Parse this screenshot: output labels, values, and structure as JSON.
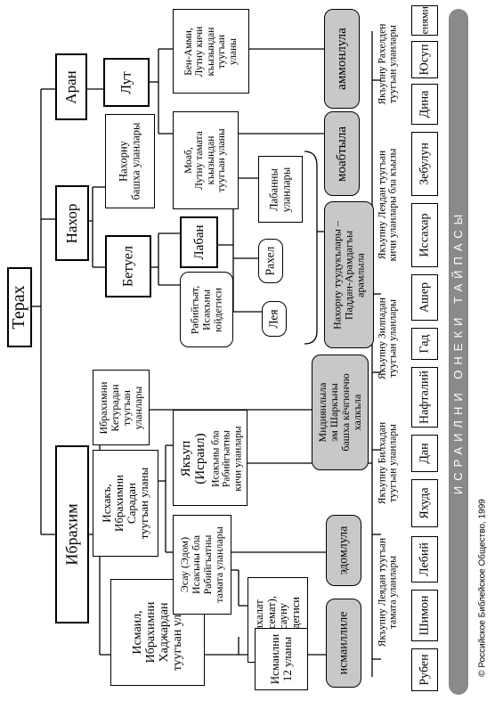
{
  "copyright": "© Российское Библейское Общество, 1999",
  "band": "ИСРАИЛНИ ОНЕКИ ТАЙПАСЫ",
  "terah": "Терах",
  "aran": "Аран",
  "nahor": "Нахор",
  "ibrahim": "Ибрахим",
  "lut": "Лут",
  "ben_ammi": "Бен-Амми,\nЛутну кичи\nкъызындан\nтуугъан\nуланы",
  "moab": "Моаб,\nЛутну тамата\nкъызындан\nтуугъан уланы",
  "nahor_other": "Нахорну\nбашха уланлары",
  "betuel": "Бетуел",
  "laban": "Лабан",
  "laban_sons": "Лабанны\nуланлары",
  "rebekah": "Рабийгъат,\nИсакъны\nюйдегиси",
  "rachel": "Рахел",
  "leah": "Лея",
  "ishmael": "Исмаил,\nИбрахимни\nХаджардан\nтуугъан уланы",
  "isaac": "Исхакъ,\nИбрахимни\nСарадан\nтуугъан уланы",
  "keturah_sons": "Ибрахимни\nКетурадан\nтуугъан\nуланлары",
  "esau": "Эсау (Эдом)\nИсакъны бла\nРабийгъатны\nтамата уланлары",
  "jacob": "Якъуп\n(Исраил)",
  "jacob_desc": "Исакъны бла\nРабийгъатны\nкичи уланлары",
  "mahalath": "Махалат\n(Басемат),\nЭсауну\nюйдегиси",
  "ishmael_12": "Исмаилни\n12 уланы",
  "ammon": "аммонлула",
  "moab_people": "моабтыла",
  "nahor_desc": "Нахорну туудукълары –\nПаддан-Арамдагъы\nарамлыла",
  "midian": "Мидиянлыла\nэм Шаркъны\nбашха кёчгюнчю\nхалкъла",
  "edom": "эдомлула",
  "ishmaelites": "исмаиллиле",
  "group_leah": "Якъупну Леядан туугъан\nтамата уланлары",
  "group_bilhah": "Якъупну Билхадан\nтуугъан уланлары",
  "group_zilpah": "Якъупну Зилпадан\nтуугъан уланлары",
  "group_leah2": "Якъупну Леядан туугъан\nкичи уланлары бла къызы",
  "group_rachel": "Якъупну Рахелден\nтуугъан уланлары",
  "tribes": [
    "Рубен",
    "Шимон",
    "Лебий",
    "Яхуда",
    "Дан",
    "Нафталий",
    "Гад",
    "Ашер",
    "Иссахар",
    "Зебулун",
    "Дина",
    "Юсуп",
    "Бенямин"
  ]
}
